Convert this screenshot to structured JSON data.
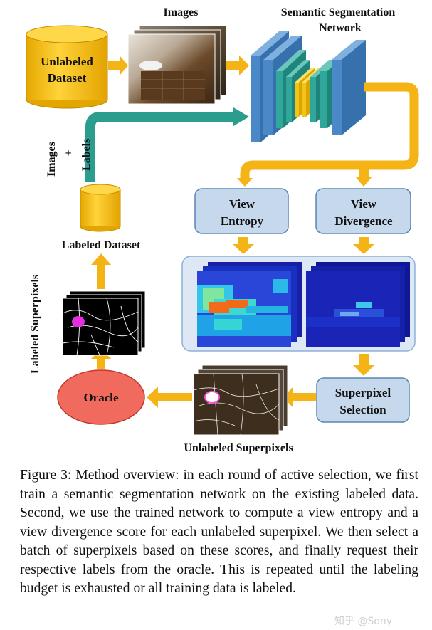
{
  "diagram": {
    "images_label": "Images",
    "network_label_line1": "Semantic Segmentation",
    "network_label_line2": "Network",
    "unlabeled_dataset_line1": "Unlabeled",
    "unlabeled_dataset_line2": "Dataset",
    "images_plus_labels_images": "Images",
    "images_plus_labels_plus": "+",
    "images_plus_labels_labels": "Labels",
    "labeled_dataset": "Labeled Dataset",
    "labeled_superpixels": "Labeled Superpixels",
    "view_entropy_line1": "View",
    "view_entropy_line2": "Entropy",
    "view_divergence_line1": "View",
    "view_divergence_line2": "Divergence",
    "superpixel_selection_line1": "Superpixel",
    "superpixel_selection_line2": "Selection",
    "oracle": "Oracle",
    "unlabeled_superpixels": "Unlabeled Superpixels"
  },
  "colors": {
    "database_fill": "#f7c21a",
    "database_stroke": "#c28a00",
    "arrow_orange": "#f5b416",
    "arrow_teal": "#2a9d8f",
    "box_fill": "#c5d8ec",
    "box_stroke": "#5a86b5",
    "oracle_fill": "#f06a5d",
    "network_blue": "#4a88c8",
    "network_teal": "#2fa79a",
    "network_yellow": "#f5c218"
  },
  "caption": "Figure 3: Method overview: in each round of active selection, we first train a semantic segmentation network on the existing labeled data. Second, we use the trained network to compute a view entropy and a view divergence score for each unlabeled superpixel. We then select a batch of superpixels based on these scores, and finally request their respective labels from the oracle. This is repeated until the labeling budget is exhausted or all training data is labeled.",
  "watermark": "知乎 @Sony"
}
